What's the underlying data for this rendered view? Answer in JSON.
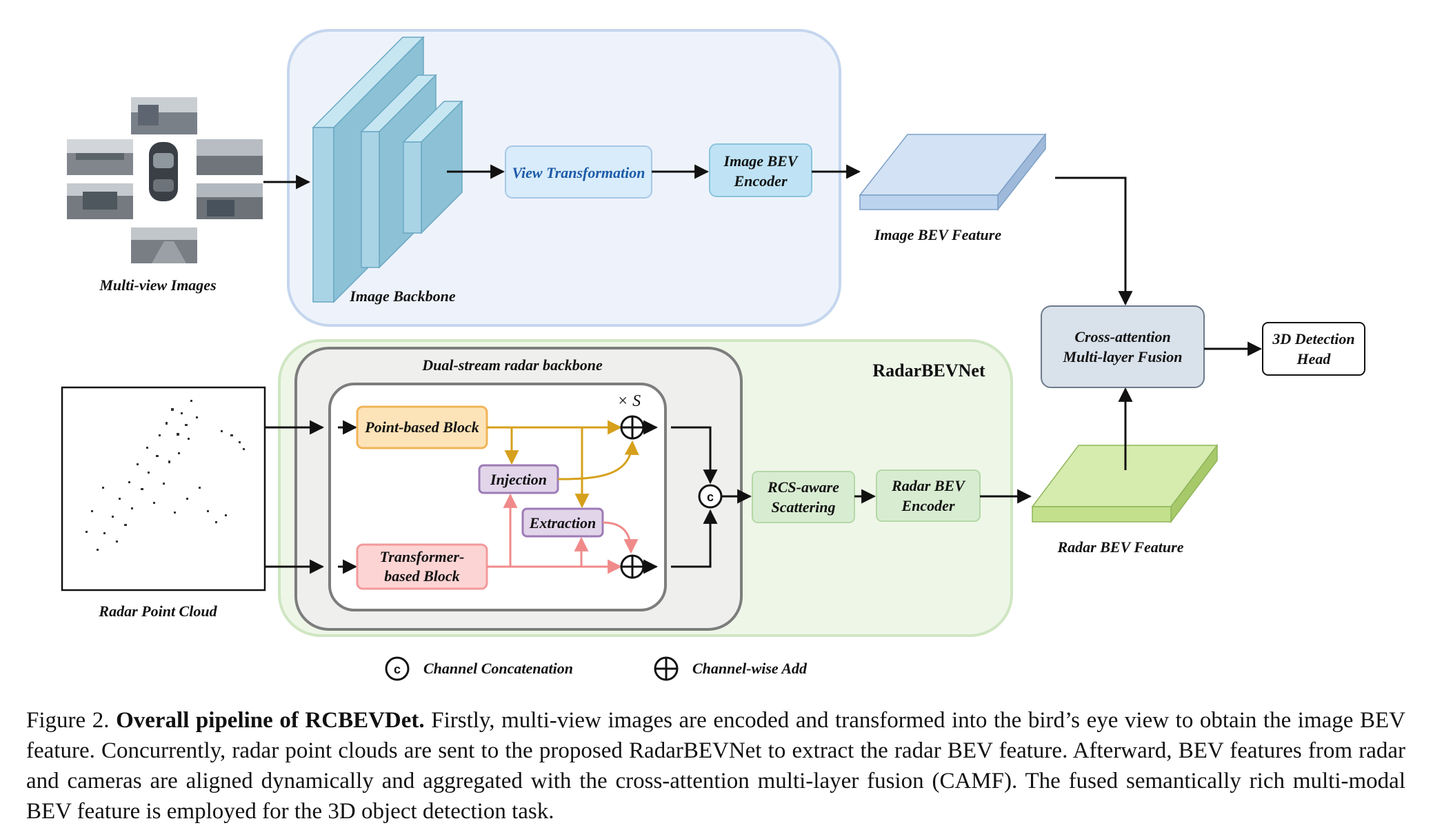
{
  "diagram": {
    "image_branch": {
      "multi_view_label": "Multi-view Images",
      "backbone_label": "Image Backbone",
      "view_transform_label": "View Transformation",
      "bev_encoder_line1": "Image BEV",
      "bev_encoder_line2": "Encoder",
      "bev_feature_label": "Image BEV Feature"
    },
    "radar_branch": {
      "net_title": "RadarBEVNet",
      "backbone_title": "Dual-stream radar backbone",
      "point_cloud_label": "Radar Point Cloud",
      "point_block_label": "Point-based Block",
      "transformer_block_line1": "Transformer-",
      "transformer_block_line2": "based Block",
      "injection_label": "Injection",
      "extraction_label": "Extraction",
      "repeat_label": "× S",
      "rcs_line1": "RCS-aware",
      "rcs_line2": "Scattering",
      "radar_encoder_line1": "Radar BEV",
      "radar_encoder_line2": "Encoder",
      "radar_feature_label": "Radar BEV Feature"
    },
    "fusion": {
      "camf_line1": "Cross-attention",
      "camf_line2": "Multi-layer Fusion",
      "head_line1": "3D Detection",
      "head_line2": "Head"
    },
    "legend": {
      "concat_symbol": "c",
      "concat_label": "Channel Concatenation",
      "add_label": "Channel-wise Add"
    },
    "colors": {
      "image_panel_fill": "#eef3fb",
      "image_panel_stroke": "#c5d6ee",
      "radar_panel_fill": "#eef6e8",
      "radar_panel_stroke": "#cfe6c2",
      "backbone_blue": "#a9d4e6",
      "point_block": "#fde3b8",
      "transformer_block": "#fdd4d4",
      "inj_ext": "#e2d5ea",
      "gold_arrow": "#d6a01c",
      "pink_arrow": "#f08a8a",
      "image_bev_feature": "#bcd3ee",
      "radar_bev_feature": "#c3e08c",
      "camf_fill": "#d9e1ea"
    }
  },
  "caption": {
    "fig_num": "Figure 2.",
    "title": "Overall pipeline of RCBEVDet.",
    "body": "Firstly, multi-view images are encoded and transformed into the bird’s eye view to obtain the image BEV feature. Concurrently, radar point clouds are sent to the proposed RadarBEVNet to extract the radar BEV feature. Afterward, BEV features from radar and cameras are aligned dynamically and aggregated with the cross-attention multi-layer fusion (CAMF). The fused semantically rich multi-modal BEV feature is employed for the 3D object detection task."
  }
}
